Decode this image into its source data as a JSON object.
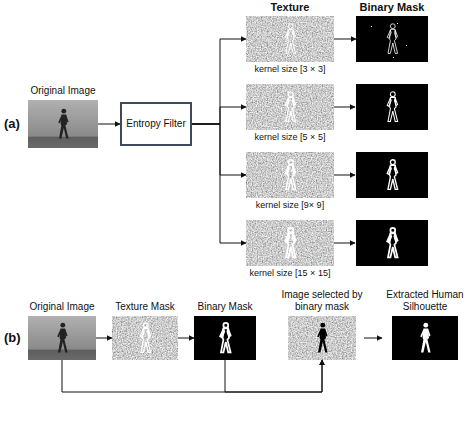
{
  "diagram": {
    "nodes": [
      {
        "text": [
          "Original Image"
        ]
      },
      {
        "text": [
          "Entropy Filter"
        ]
      },
      {
        "text": [
          "Texture",
          "kernel size [3 × 3]"
        ]
      },
      {
        "text": [
          "kernel size [5 × 5]"
        ]
      },
      {
        "text": [
          "kernel size [9× 9]"
        ]
      },
      {
        "text": [
          "kernel size [15 × 15]"
        ]
      },
      {
        "text": [
          "Binary Mask"
        ]
      },
      {
        "text": [
          "Original Image"
        ]
      },
      {
        "text": [
          "Texture Mask"
        ]
      },
      {
        "text": [
          "Binary Mask"
        ]
      },
      {
        "text": [
          "Image selected by binary mask"
        ]
      },
      {
        "text": [
          "Extracted Human Silhouette"
        ]
      }
    ],
    "edges": [
      {
        "from": 0,
        "to": 1,
        "arrow": "to"
      },
      {
        "from": 1,
        "to": 2,
        "arrow": "to"
      },
      {
        "from": 1,
        "to": 3,
        "arrow": "to"
      },
      {
        "from": 1,
        "to": 4,
        "arrow": "to"
      },
      {
        "from": 1,
        "to": 5,
        "arrow": "to"
      },
      {
        "from": 2,
        "to": 6,
        "arrow": "to"
      },
      {
        "from": 7,
        "to": 8,
        "arrow": "to"
      },
      {
        "from": 8,
        "to": 9,
        "arrow": "to"
      },
      {
        "from": 7,
        "to": 10,
        "arrow": "to"
      },
      {
        "from": 9,
        "to": 10,
        "arrow": "to"
      },
      {
        "from": 10,
        "to": 11,
        "arrow": "to"
      }
    ],
    "labels": [
      "(a)",
      "(b)"
    ]
  }
}
